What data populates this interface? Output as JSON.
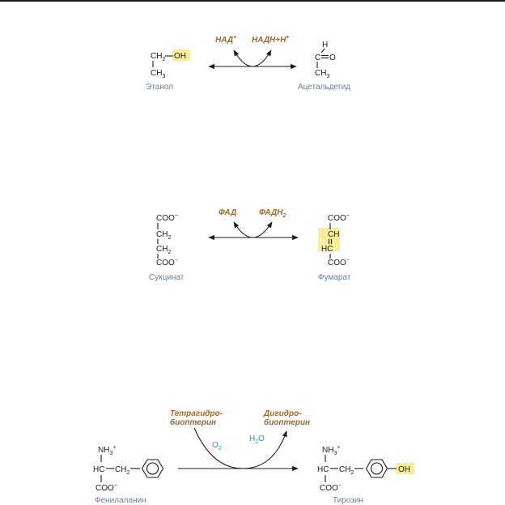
{
  "colors": {
    "highlight": "#fbee9a",
    "cofactor": "#9a6a2e",
    "compound_name": "#6c8199",
    "gas": "#3d8fc2",
    "structure": "#1b1b1b"
  },
  "r1": {
    "left": {
      "c1": "CH",
      "c1_sub": "2",
      "oh": "OH",
      "c2": "CH",
      "c2_sub": "3",
      "name": "Этанол"
    },
    "right": {
      "h": "H",
      "c": "C",
      "o": "O",
      "c2": "CH",
      "c2_sub": "3",
      "name": "Ацетальдегид"
    },
    "cofactor_in": {
      "text": "НАД",
      "sup": "+"
    },
    "cofactor_out": {
      "text": "НАДН+Н",
      "sup": "+"
    }
  },
  "r2": {
    "left": {
      "coo_top": "COO",
      "ch2_a": "CH",
      "ch2_a_sub": "2",
      "ch2_b": "CH",
      "ch2_b_sub": "2",
      "coo_bottom": "COO",
      "name": "Сукцинат"
    },
    "right": {
      "coo_top": "COO",
      "ch": "CH",
      "hc": "HC",
      "coo_bottom": "COO",
      "name": "Фумарат"
    },
    "cofactor_in": {
      "text": "ФАД"
    },
    "cofactor_out": {
      "text": "ФАДН",
      "sub": "2"
    }
  },
  "r3": {
    "left": {
      "nh3": "NH",
      "nh3_sub": "3",
      "nh3_sup": "+",
      "hc": "HC",
      "ch2": "CH",
      "ch2_sub": "2",
      "coo": "COO",
      "coo_sup": "−",
      "name": "Фенилаланин"
    },
    "right": {
      "nh3": "NH",
      "nh3_sub": "3",
      "nh3_sup": "+",
      "hc": "HC",
      "ch2": "CH",
      "ch2_sub": "2",
      "oh": "OH",
      "coo": "COO",
      "coo_sup": "−",
      "name": "Тирозин"
    },
    "cofactor_in": {
      "line1": "Тетрагидро-",
      "line2": "биоптерин"
    },
    "cofactor_out": {
      "line1": "Дигидро-",
      "line2": "биоптерин"
    },
    "gas_in": {
      "text": "O",
      "sub": "2"
    },
    "gas_out": {
      "text": "H",
      "sub": "2",
      "tail": "O"
    }
  }
}
